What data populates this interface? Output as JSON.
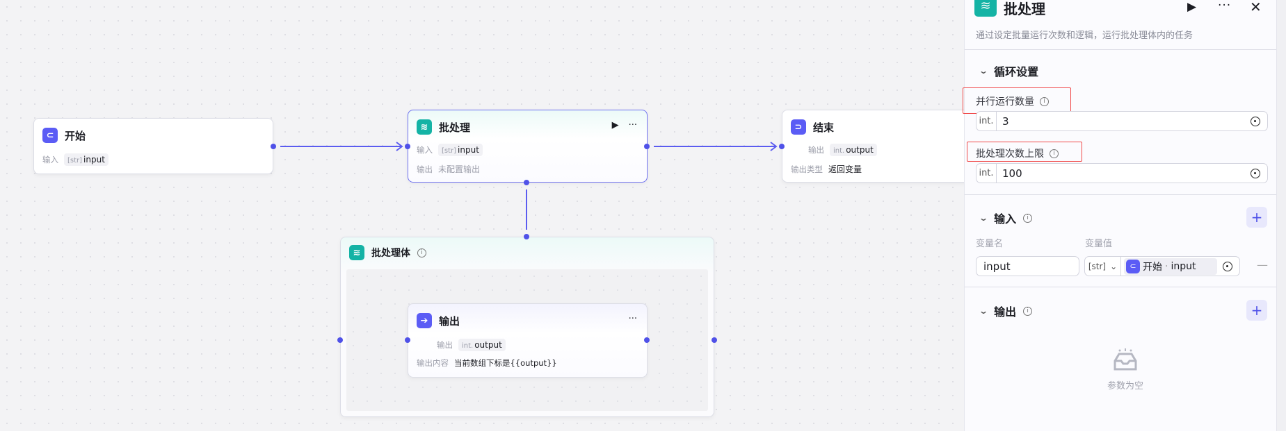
{
  "canvas": {
    "start_node": {
      "title": "开始",
      "input_label": "输入",
      "input_type": "[str]",
      "input_name": "input"
    },
    "batch_node": {
      "title": "批处理",
      "input_label": "输入",
      "input_type": "[str]",
      "input_name": "input",
      "output_label": "输出",
      "output_value": "未配置输出"
    },
    "end_node": {
      "title": "结束",
      "output_label": "输出",
      "output_type": "int.",
      "output_name": "output",
      "output_kind_label": "输出类型",
      "output_kind_value": "返回变量"
    },
    "batch_body": {
      "title": "批处理体"
    },
    "output_node": {
      "title": "输出",
      "output_label": "输出",
      "output_type": "int.",
      "output_name": "output",
      "content_label": "输出内容",
      "content_value": "当前数组下标是{{output}}"
    }
  },
  "panel": {
    "title": "批处理",
    "description": "通过设定批量运行次数和逻辑，运行批处理体内的任务",
    "loop_section": {
      "title": "循环设置",
      "parallel_label": "并行运行数量",
      "parallel_type": "int.",
      "parallel_value": "3",
      "limit_label": "批处理次数上限",
      "limit_type": "int.",
      "limit_value": "100"
    },
    "input_section": {
      "title": "输入",
      "col_name": "变量名",
      "col_value": "变量值",
      "rows": [
        {
          "name": "input",
          "type": "[str]",
          "ref_node": "开始",
          "ref_sep": "·",
          "ref_var": "input"
        }
      ]
    },
    "output_section": {
      "title": "输出",
      "empty_text": "参数为空"
    }
  },
  "colors": {
    "accent": "#4f51e8",
    "teal": "#14b3a5",
    "highlight": "#f04848"
  }
}
